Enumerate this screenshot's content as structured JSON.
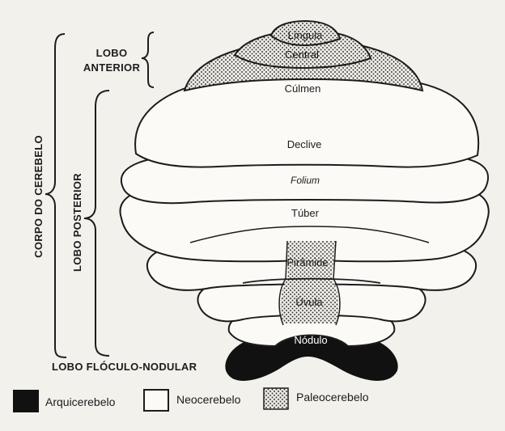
{
  "diagram": {
    "groups": {
      "lobo_anterior_line1": "LOBO",
      "lobo_anterior_line2": "ANTERIOR",
      "corpo_do_cerebelo": "CORPO DO CEREBELO",
      "lobo_posterior": "LOBO POSTERIOR",
      "lobo_floculo_nodular": "LOBO FLÓCULO-NODULAR"
    },
    "regions": {
      "lingula": "Língula",
      "central": "Central",
      "culmen": "Cúlmen",
      "declive": "Declive",
      "folium": "Folium",
      "tuber": "Túber",
      "piramide": "Pirâmide",
      "uvula": "Úvula",
      "nodulo": "Nódulo"
    },
    "legend": [
      {
        "label": "Arquicerebelo",
        "swatch": "black"
      },
      {
        "label": "Neocerebelo",
        "swatch": "white"
      },
      {
        "label": "Paleocerebelo",
        "swatch": "dotted"
      }
    ]
  }
}
